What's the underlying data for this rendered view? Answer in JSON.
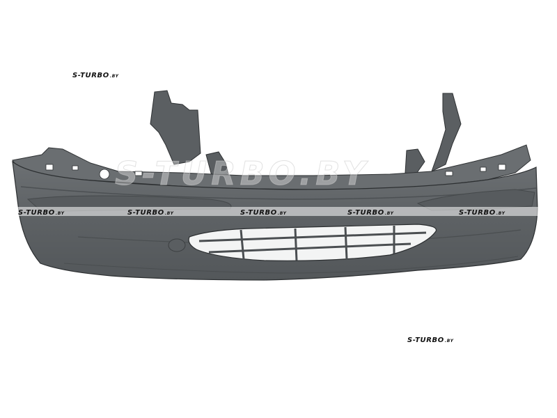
{
  "product": {
    "icon": "front-bumper-picture",
    "body_color": "#5e6265"
  },
  "watermark": {
    "brand": "S-TURBO",
    "domain": ".BY",
    "large_text": "S-TURBO.BY"
  }
}
